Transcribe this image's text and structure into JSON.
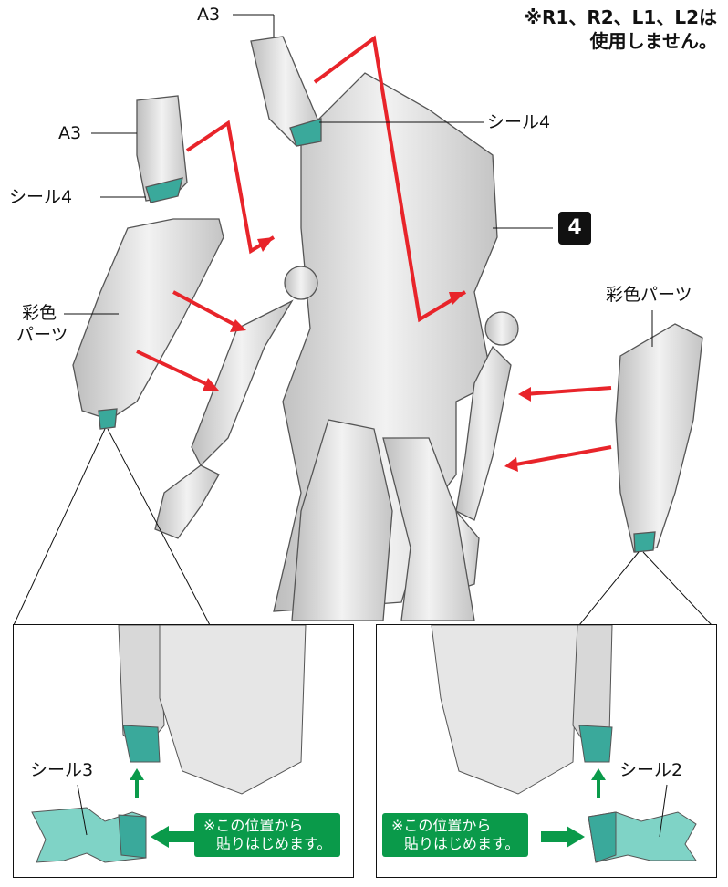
{
  "note": {
    "line1": "※R1、R2、L1、L2は",
    "line2": "使用しません。"
  },
  "step_number": "4",
  "labels": {
    "a3_top": "A3",
    "a3_left": "A3",
    "seal4_right": "シール4",
    "seal4_left": "シール4",
    "color_part_left_line1": "彩色",
    "color_part_left_line2": "パーツ",
    "color_part_right": "彩色パーツ"
  },
  "insets": {
    "left": {
      "seal_label": "シール3",
      "callout_line1": "※この位置から",
      "callout_line2": "貼りはじめます。"
    },
    "right": {
      "seal_label": "シール2",
      "callout_line1": "※この位置から",
      "callout_line2": "貼りはじめます。"
    }
  },
  "colors": {
    "arrow_red": "#e8242a",
    "arrow_green": "#0a9a4a",
    "seal_teal": "#3aa99b",
    "seal_light": "#7fd3c6"
  }
}
